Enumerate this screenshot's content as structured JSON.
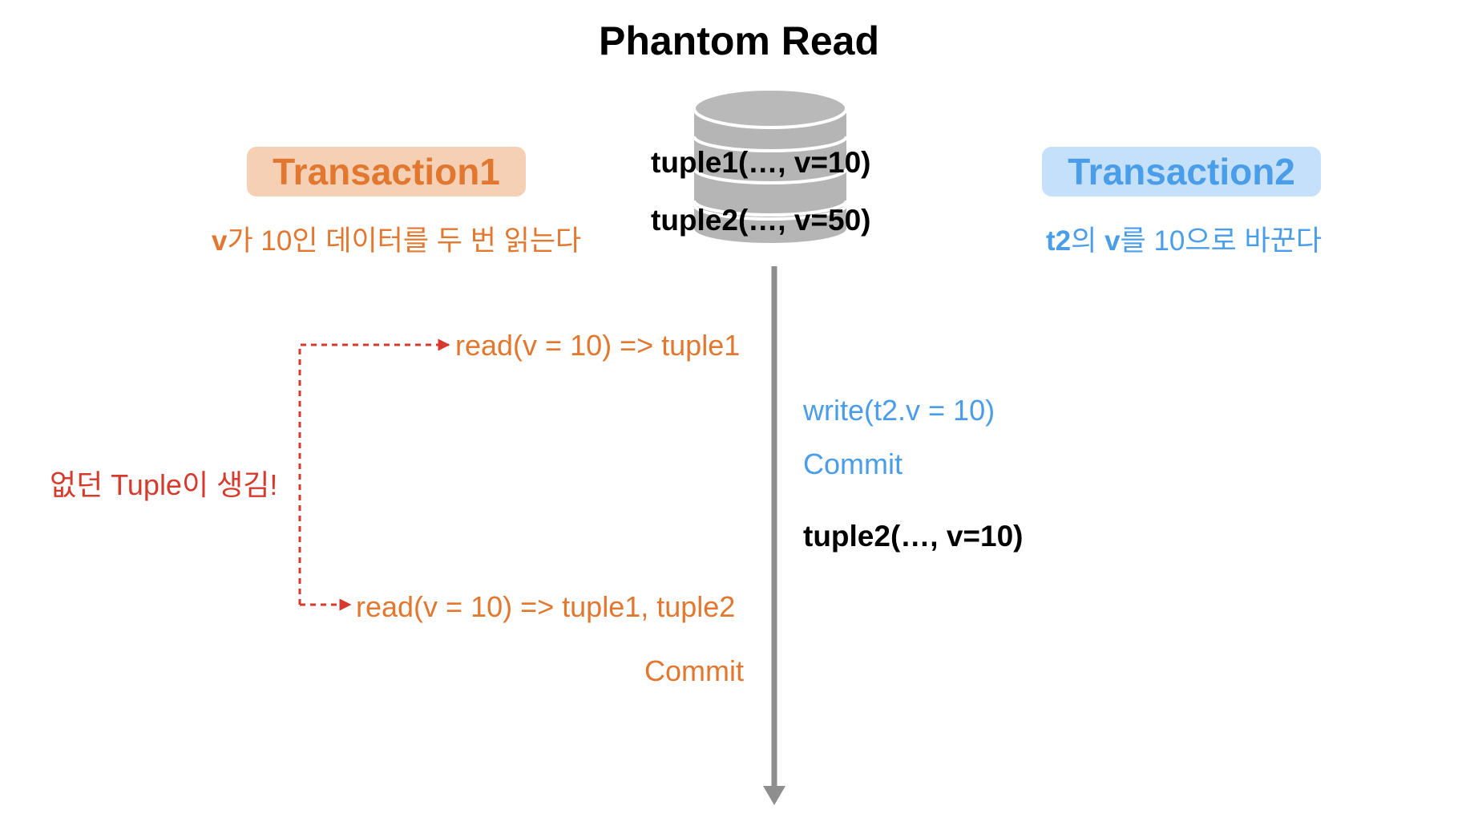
{
  "title": "Phantom Read",
  "database": {
    "tuple1": "tuple1(…, v=10)",
    "tuple2": "tuple2(…, v=50)"
  },
  "transaction1": {
    "label": "Transaction1",
    "description_bold": "v",
    "description_rest": "가 10인 데이터를 두 번 읽는다",
    "ops": [
      "read(v = 10) => tuple1",
      "read(v = 10) => tuple1, tuple2",
      "Commit"
    ]
  },
  "transaction2": {
    "label": "Transaction2",
    "description_b1": "t2",
    "description_t1": "의 ",
    "description_b2": "v",
    "description_t2": "를 10으로 바꾼다",
    "ops": [
      "write(t2.v = 10)",
      "Commit"
    ],
    "result": "tuple2(…, v=10)"
  },
  "annotation": "없던 Tuple이 생김!",
  "colors": {
    "transaction1": "#e2772f",
    "transaction1_bg": "#f6d0b4",
    "transaction2": "#4a9de8",
    "transaction2_bg": "#c4e0fb",
    "annotation": "#d63a2c",
    "timeline": "#8e8e8e",
    "database": "#b5b5b5"
  }
}
